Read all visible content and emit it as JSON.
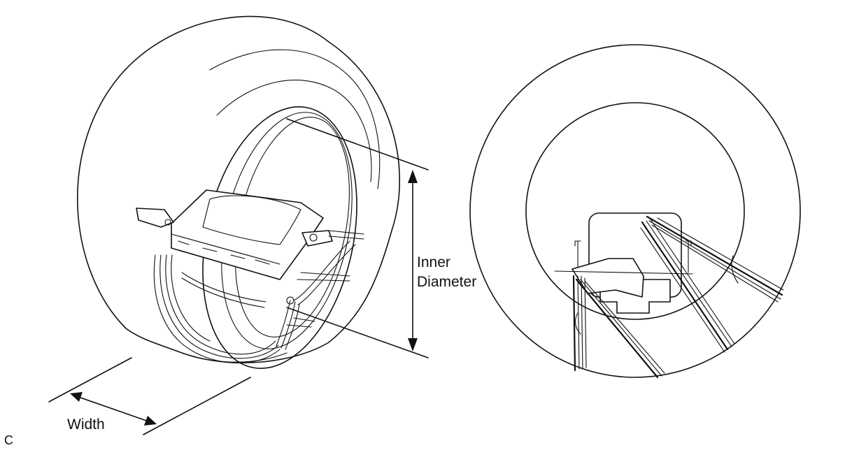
{
  "labels": {
    "inner_line1": "Inner",
    "inner_line2": "Diameter",
    "width": "Width",
    "figure_code": "C"
  }
}
